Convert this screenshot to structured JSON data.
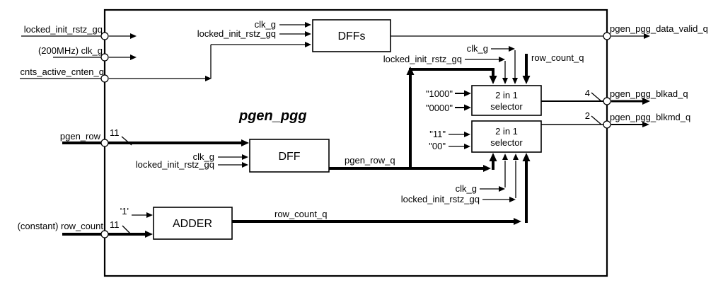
{
  "title": "pgen_pgg",
  "colors": {
    "line": "#000000",
    "background": "#ffffff"
  },
  "inputs": {
    "locked_init_rstz_gq": "locked_init_rstz_gq",
    "clk_200": "(200MHz) clk_g",
    "cnts_active_cnten_q": "cnts_active_cnten_q",
    "pgen_row": "pgen_row",
    "pgen_row_width": "11",
    "row_count": "(constant) row_count",
    "row_count_width": "11"
  },
  "outputs": {
    "data_valid": "pgen_pgg_data_valid_q",
    "blkad": "pgen_pgg_blkad_q",
    "blkad_width": "4",
    "blkmd": "pgen_pgg_blkmd_q",
    "blkmd_width": "2"
  },
  "blocks": {
    "dffs": "DFFs",
    "dff": "DFF",
    "adder": "ADDER",
    "selector_top_line1": "2 in 1",
    "selector_top_line2": "selector",
    "selector_bottom_line1": "2 in 1",
    "selector_bottom_line2": "selector"
  },
  "signals": {
    "clk_g": "clk_g",
    "locked_init_rstz_gq": "locked_init_rstz_gq",
    "row_count_q": "row_count_q",
    "pgen_row_q": "pgen_row_q"
  },
  "constants": {
    "bin_1000": "\"1000\"",
    "bin_0000": "\"0000\"",
    "bin_11": "\"11\"",
    "bin_00": "\"00\"",
    "one": "'1'"
  }
}
